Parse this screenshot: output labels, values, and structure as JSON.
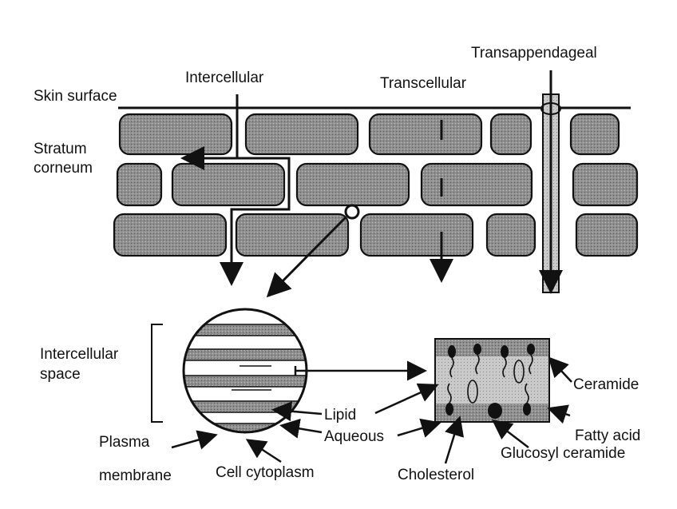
{
  "diagram": {
    "route_labels": {
      "intercellular": "Intercellular",
      "transcellular": "Transcellular",
      "transappendageal": "Transappendageal"
    },
    "layer_labels": {
      "skin_surface": "Skin surface",
      "stratum_line1": "Stratum",
      "stratum_line2": "corneum"
    },
    "detail_labels": {
      "intercellular_space_line1": "Intercellular",
      "intercellular_space_line2": "space",
      "plasma_line1": "Plasma",
      "plasma_line2": "membrane",
      "cell_cytoplasm": "Cell cytoplasm",
      "lipid": "Lipid",
      "aqueous": "Aqueous"
    },
    "molecule_labels": {
      "ceramide": "Ceramide",
      "fatty_acid": "Fatty acid",
      "glucosyl_ceramide": "Glucosyl ceramide",
      "cholesterol": "Cholesterol"
    }
  }
}
